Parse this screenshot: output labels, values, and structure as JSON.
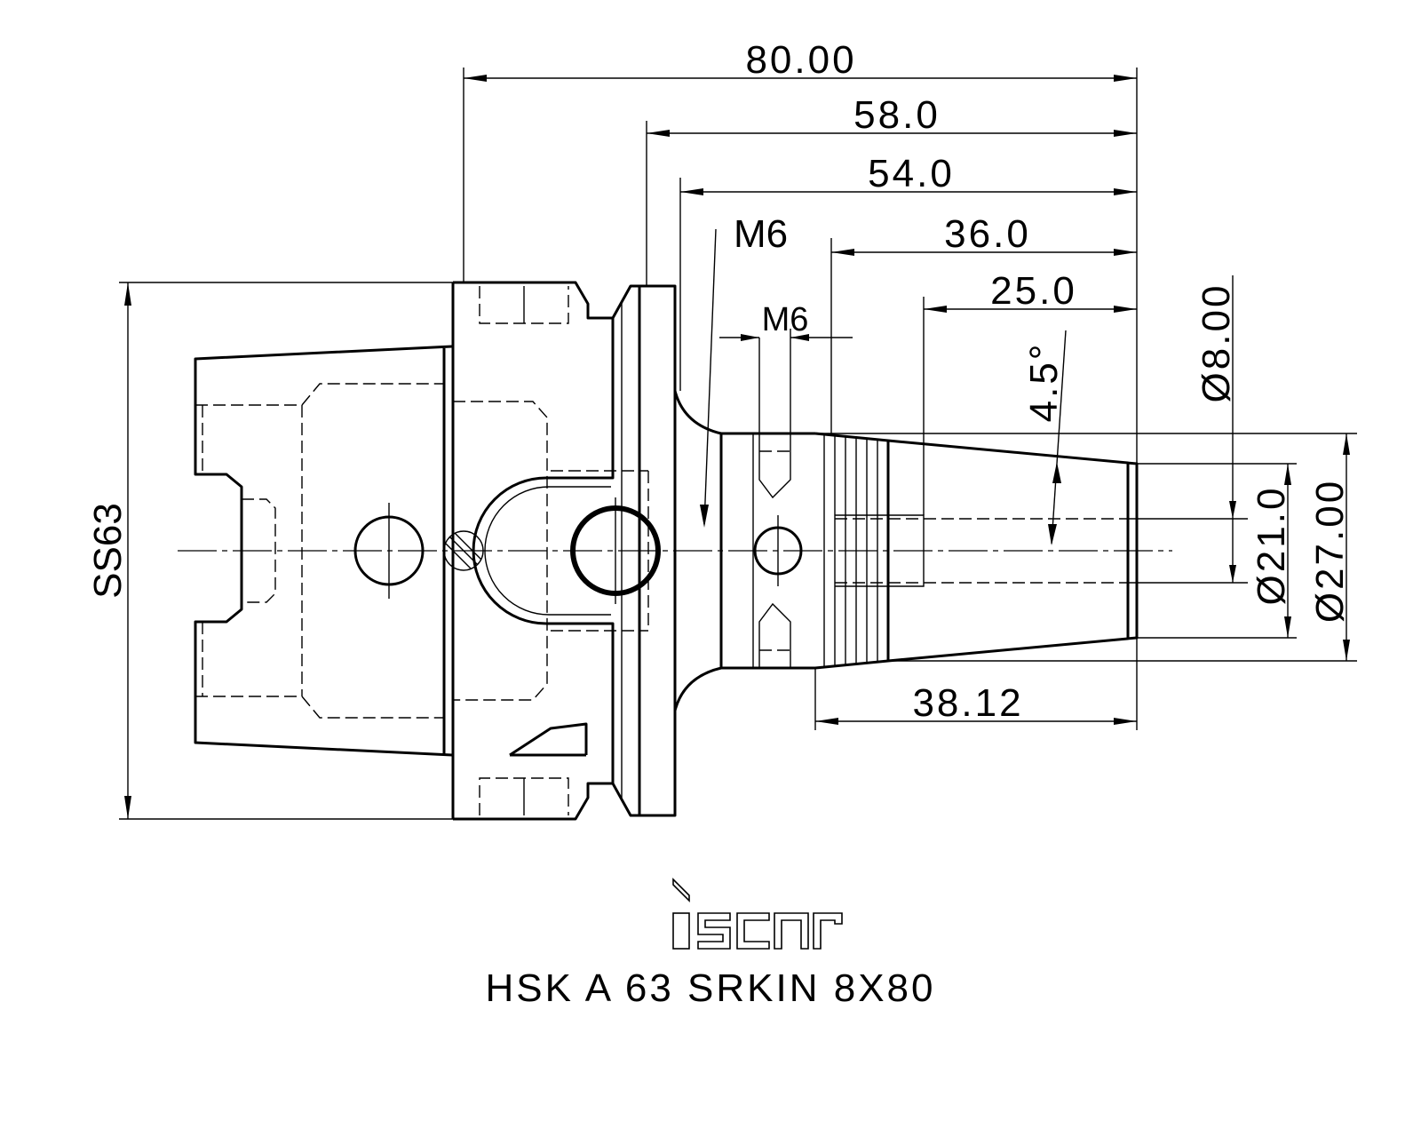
{
  "drawing": {
    "dimensions": {
      "overall_length": "80.00",
      "length_58": "58.0",
      "length_54": "54.0",
      "length_36": "36.0",
      "length_25": "25.0",
      "thread_length": "38.12",
      "flange_size": "SS63",
      "bore_diameter": "Ø8.00",
      "diameter_21": "Ø21.0",
      "diameter_27": "Ø27.00",
      "taper_angle": "4.5°",
      "thread_large": "M6",
      "thread_small": "M6"
    },
    "logo_text": "iscar",
    "title": "HSK A 63 SRKIN 8X80"
  }
}
